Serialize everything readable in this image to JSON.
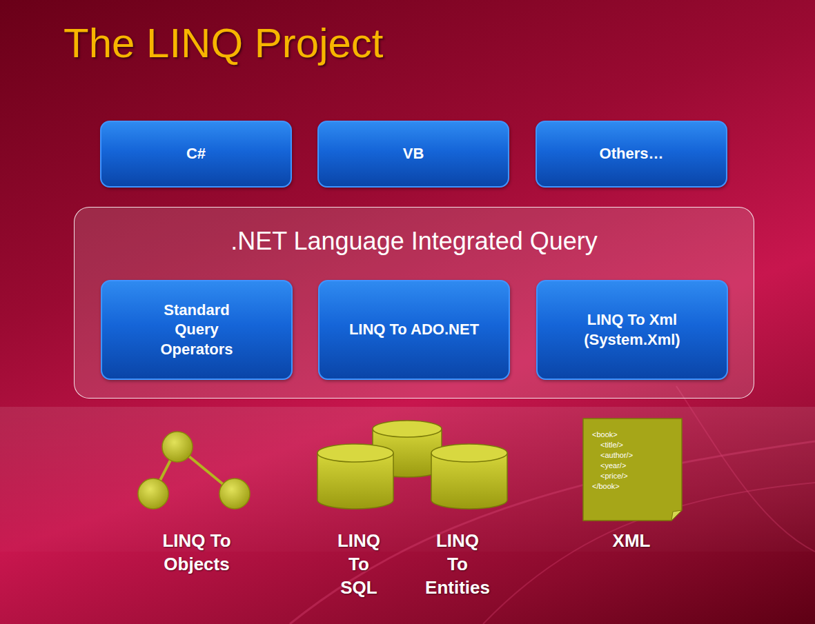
{
  "diagram": {
    "title": "The LINQ Project",
    "nodes": [
      {
        "text": [
          "C#"
        ]
      },
      {
        "text": [
          "VB"
        ]
      },
      {
        "text": [
          "Others…"
        ]
      },
      {
        "text": [
          ".NET Language Integrated Query"
        ]
      },
      {
        "text": [
          "Standard Query Operators"
        ],
        "in": 3
      },
      {
        "text": [
          "LINQ To ADO.NET"
        ],
        "in": 3
      },
      {
        "text": [
          "LINQ To Xml (System.Xml)"
        ],
        "in": 3
      }
    ],
    "labels": [
      "<book>",
      "<title/>",
      "<author/>",
      "<year/>",
      "<price/>",
      "</book>",
      "LINQ To Objects",
      "LINQ To SQL",
      "LINQ To Entities",
      "XML"
    ]
  }
}
